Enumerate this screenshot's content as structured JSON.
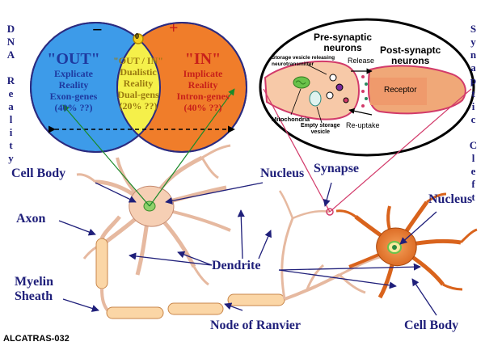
{
  "side_left": "DNA Reality",
  "side_right": "Synaptic Cleft",
  "venn": {
    "minus": "−",
    "zero": "0",
    "plus": "+",
    "out": {
      "title": "\"OUT\"",
      "l1": "Explicate",
      "l2": "Reality",
      "l3": "Exon-genes",
      "l4": "(40% ??)"
    },
    "outin": {
      "title": "\"OUT / IN\"",
      "l1": "Dualistic",
      "l2": "Reality",
      "l3": "Dual-gens",
      "l4": "(20% ??)"
    },
    "in": {
      "title": "\"IN\"",
      "l1": "Implicate",
      "l2": "Reality",
      "l3": "Intron-genes",
      "l4": "(40% ??)"
    },
    "colors": {
      "blue": "#3d9be9",
      "yellow": "#f5f04a",
      "orange": "#f07d2a",
      "out_text": "#1e3aa0",
      "outin_text": "#9a7a10",
      "in_text": "#c8201a"
    }
  },
  "synapse": {
    "pre": "Pre-synaptic",
    "pre2": "neurons",
    "post": "Post-synaptc",
    "post2": "neurons",
    "storage": "Storage vesicle releasing",
    "storage2": "neurotransmitter",
    "release": "Release",
    "receptor": "Receptor",
    "mitochondria": "Mitochondria",
    "empty": "Empty storage",
    "empty2": "vesicle",
    "reuptake": "Re-uptake"
  },
  "labels": {
    "cell_body_left": "Cell Body",
    "nucleus_left": "Nucleus",
    "synapse": "Synapse",
    "nucleus_right": "Nucleus",
    "axon": "Axon",
    "dendrite": "Dendrite",
    "myelin1": "Myelin",
    "myelin2": "Sheath",
    "node": "Node of Ranvier",
    "cell_body_right": "Cell Body"
  },
  "footer_tag": "ALCATRAS-032"
}
